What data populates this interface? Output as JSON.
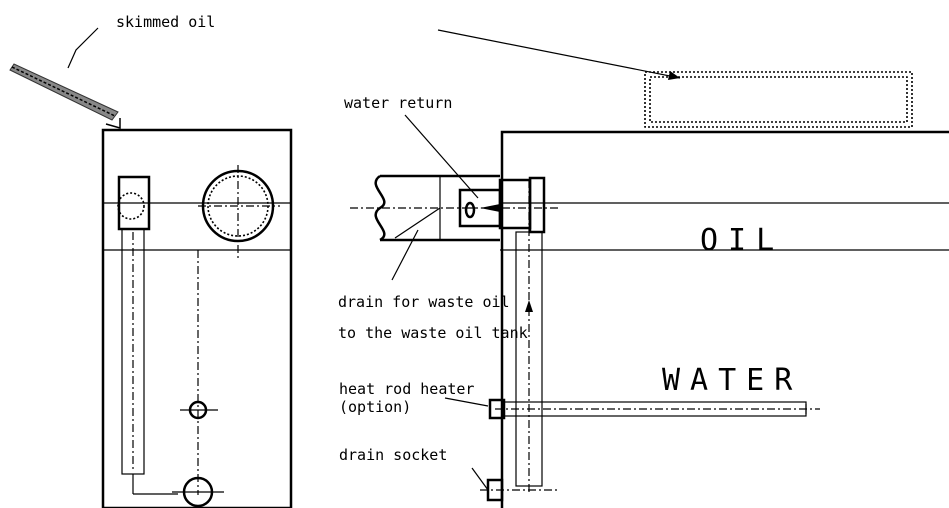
{
  "labels": {
    "skimmed_oil": "skimmed oil",
    "water_return": "water return",
    "oil": "OIL",
    "water": "WATER",
    "drain_waste_line1": "drain for waste oil",
    "drain_waste_line2": "to the waste oil tank",
    "heat_rod_line1": "heat rod heater",
    "heat_rod_line2": "(option)",
    "drain_socket": "drain socket"
  }
}
